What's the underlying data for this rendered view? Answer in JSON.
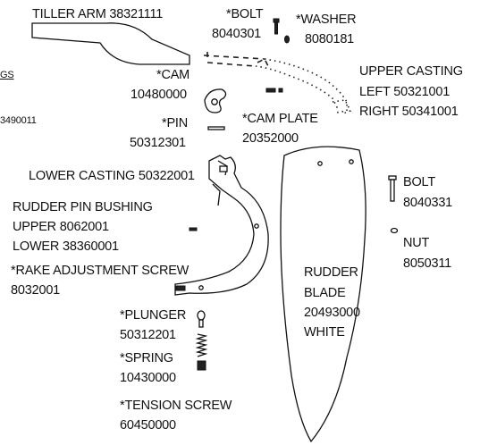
{
  "parts": {
    "tiller_arm": "TILLER ARM  38321111",
    "bolt_top": "*BOLT",
    "bolt_top_num": "8040301",
    "washer": "*WASHER",
    "washer_num": "8080181",
    "cut_gs": "GS",
    "cut_num": "3490011",
    "cam": "*CAM",
    "cam_num": "10480000",
    "upper_casting": "UPPER CASTING",
    "upper_left": "LEFT   50321001",
    "upper_right": "RIGHT  50341001",
    "pin": "*PIN",
    "pin_num": "50312301",
    "cam_plate": "*CAM PLATE",
    "cam_plate_num": "20352000",
    "lower_casting": "LOWER CASTING 50322001",
    "rudder_pin_bushing": "RUDDER PIN BUSHING",
    "bushing_upper": "UPPER  8062001",
    "bushing_lower": "LOWER  38360001",
    "rake_screw": "*RAKE ADJUSTMENT SCREW",
    "rake_screw_num": "8032001",
    "plunger": "*PLUNGER",
    "plunger_num": "50312201",
    "spring": "*SPRING",
    "spring_num": "10430000",
    "tension_screw": "*TENSION SCREW",
    "tension_screw_num": "60450000",
    "rudder": "RUDDER",
    "blade": "BLADE",
    "blade_num": "20493000",
    "blade_color": "WHITE",
    "bolt_right": "BOLT",
    "bolt_right_num": "8040331",
    "nut": "NUT",
    "nut_num": "8050311"
  }
}
